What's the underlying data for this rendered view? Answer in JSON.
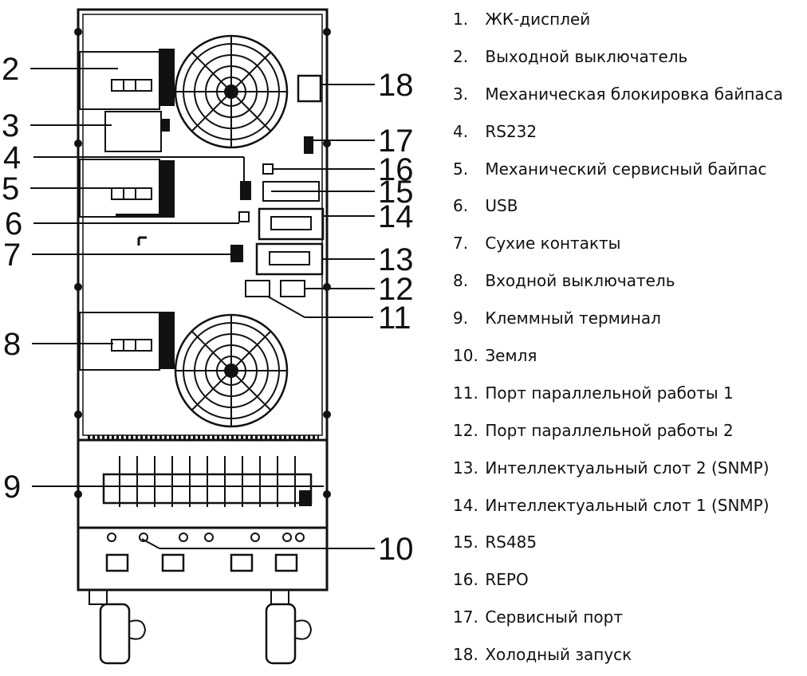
{
  "colors": {
    "stroke": "#111111",
    "fill": "#ffffff"
  },
  "callouts": [
    "2",
    "3",
    "4",
    "5",
    "6",
    "7",
    "8",
    "9",
    "10",
    "11",
    "12",
    "13",
    "14",
    "15",
    "16",
    "17",
    "18"
  ],
  "legend": [
    {
      "num": "1.",
      "label": "ЖК-дисплей"
    },
    {
      "num": "2.",
      "label": "Выходной выключатель"
    },
    {
      "num": "3.",
      "label": "Механическая блокировка байпаса"
    },
    {
      "num": "4.",
      "label": "RS232"
    },
    {
      "num": "5.",
      "label": "Механический сервисный байпас"
    },
    {
      "num": "6.",
      "label": "USB"
    },
    {
      "num": "7.",
      "label": "Сухие контакты"
    },
    {
      "num": "8.",
      "label": "Входной выключатель"
    },
    {
      "num": "9.",
      "label": "Клеммный терминал"
    },
    {
      "num": "10.",
      "label": "Земля"
    },
    {
      "num": "11.",
      "label": "Порт параллельной работы 1"
    },
    {
      "num": "12.",
      "label": "Порт параллельной работы 2"
    },
    {
      "num": "13.",
      "label": "Интеллектуальный слот 2 (SNMP)"
    },
    {
      "num": "14.",
      "label": "Интеллектуальный слот 1 (SNMP)"
    },
    {
      "num": "15.",
      "label": "RS485"
    },
    {
      "num": "16.",
      "label": "REPO"
    },
    {
      "num": "17.",
      "label": "Сервисный порт"
    },
    {
      "num": "18.",
      "label": "Холодный запуск"
    }
  ]
}
